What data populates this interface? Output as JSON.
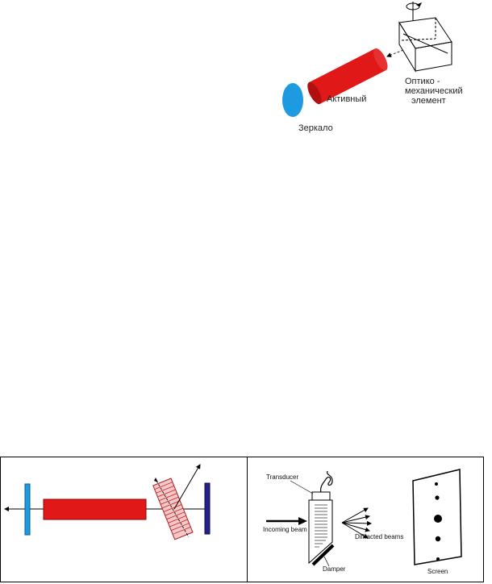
{
  "top_diagram": {
    "label_prism_line1": "Оптико -",
    "label_prism_line2": "механический",
    "label_prism_line3": "элемент",
    "label_active": "Активный",
    "label_mirror": "Зеркало"
  },
  "bottom_right_diagram": {
    "label_transducer": "Transducer",
    "label_incoming": "Incoming beam",
    "label_diffracted": "Diffracted beams",
    "label_damper": "Damper",
    "label_screen": "Screen"
  },
  "colors": {
    "rod_red": "#e01818",
    "mirror_blue": "#1e9be0",
    "mirror_navy": "#24208a",
    "aom_pink": "#e08080"
  }
}
